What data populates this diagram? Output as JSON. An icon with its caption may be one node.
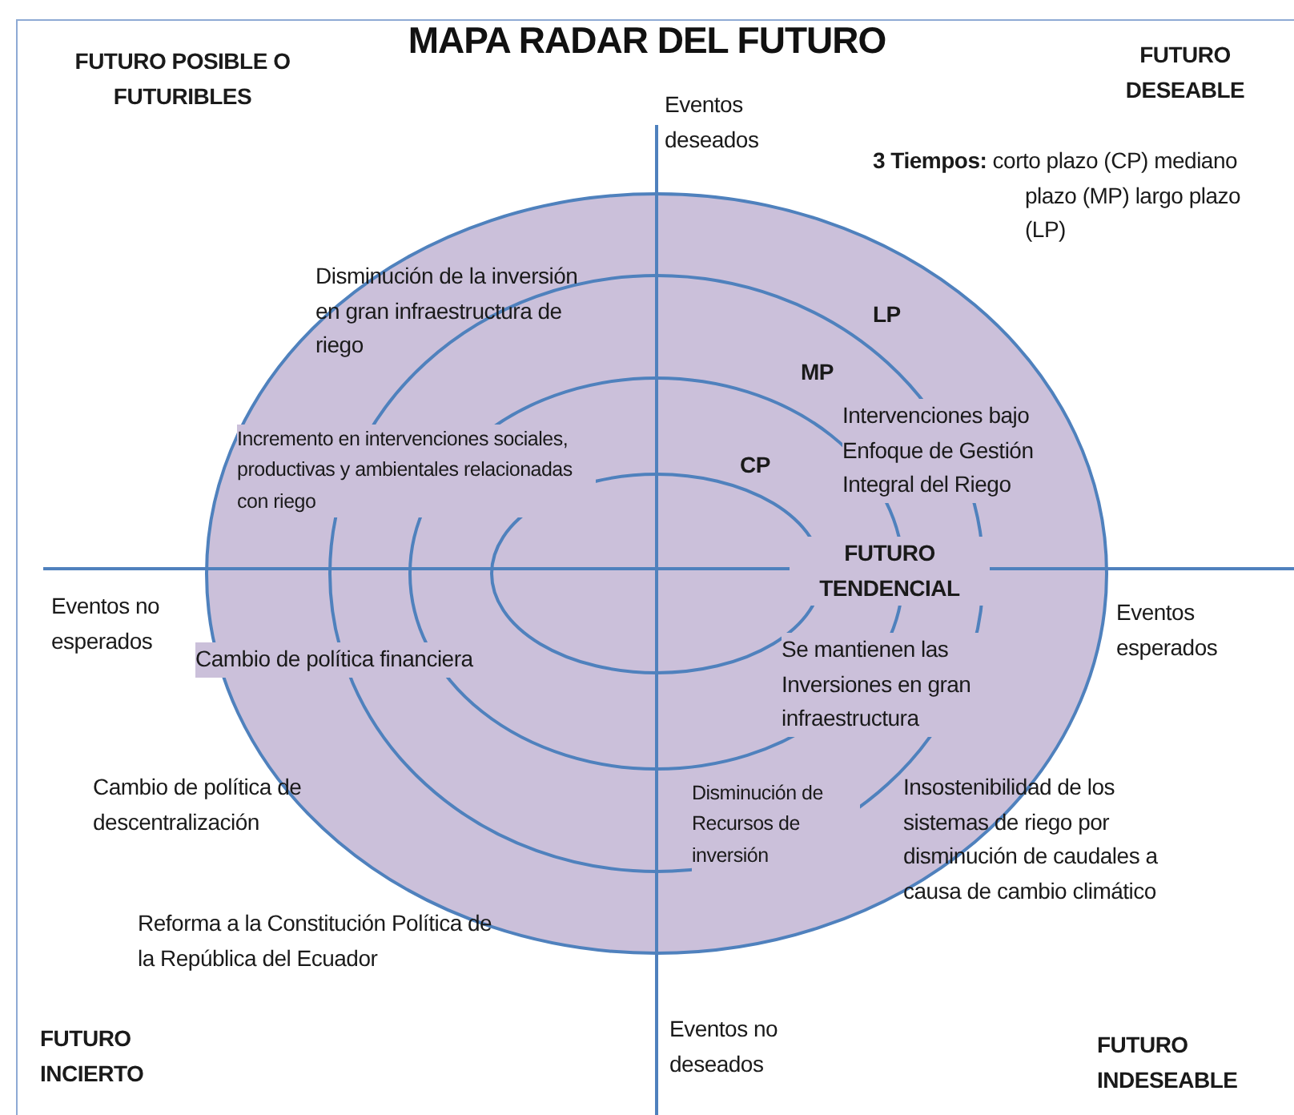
{
  "diagram": {
    "title": "MAPA RADAR DEL FUTURO",
    "labels": [
      "FUTURO POSIBLE O FUTURIBLES",
      "FUTURO DESEABLE",
      "Eventos deseados",
      "**3 Tiempos:** corto plazo (CP) mediano plazo (MP) largo plazo (LP)",
      "Disminución de la inversión en gran infraestructura de riego",
      "LP",
      "MP",
      "Incremento en intervenciones sociales, productivas y ambientales relacionadas con riego",
      "Intervenciones bajo Enfoque de Gestión Integral del Riego",
      "CP",
      "FUTURO TENDENCIAL",
      "Eventos no esperados",
      "Cambio de política financiera",
      "Eventos esperados",
      "Se mantienen las Inversiones en gran infraestructura",
      "Cambio de política de descentralización",
      "Disminución de Recursos de inversión",
      "Insostenibilidad de los sistemas de riego por disminución de caudales a causa de cambio climático",
      "Reforma a la Constitución Política de la República del Ecuador",
      "FUTURO INCIERTO",
      "Eventos no deseados",
      "FUTURO INDESEABLE"
    ]
  }
}
